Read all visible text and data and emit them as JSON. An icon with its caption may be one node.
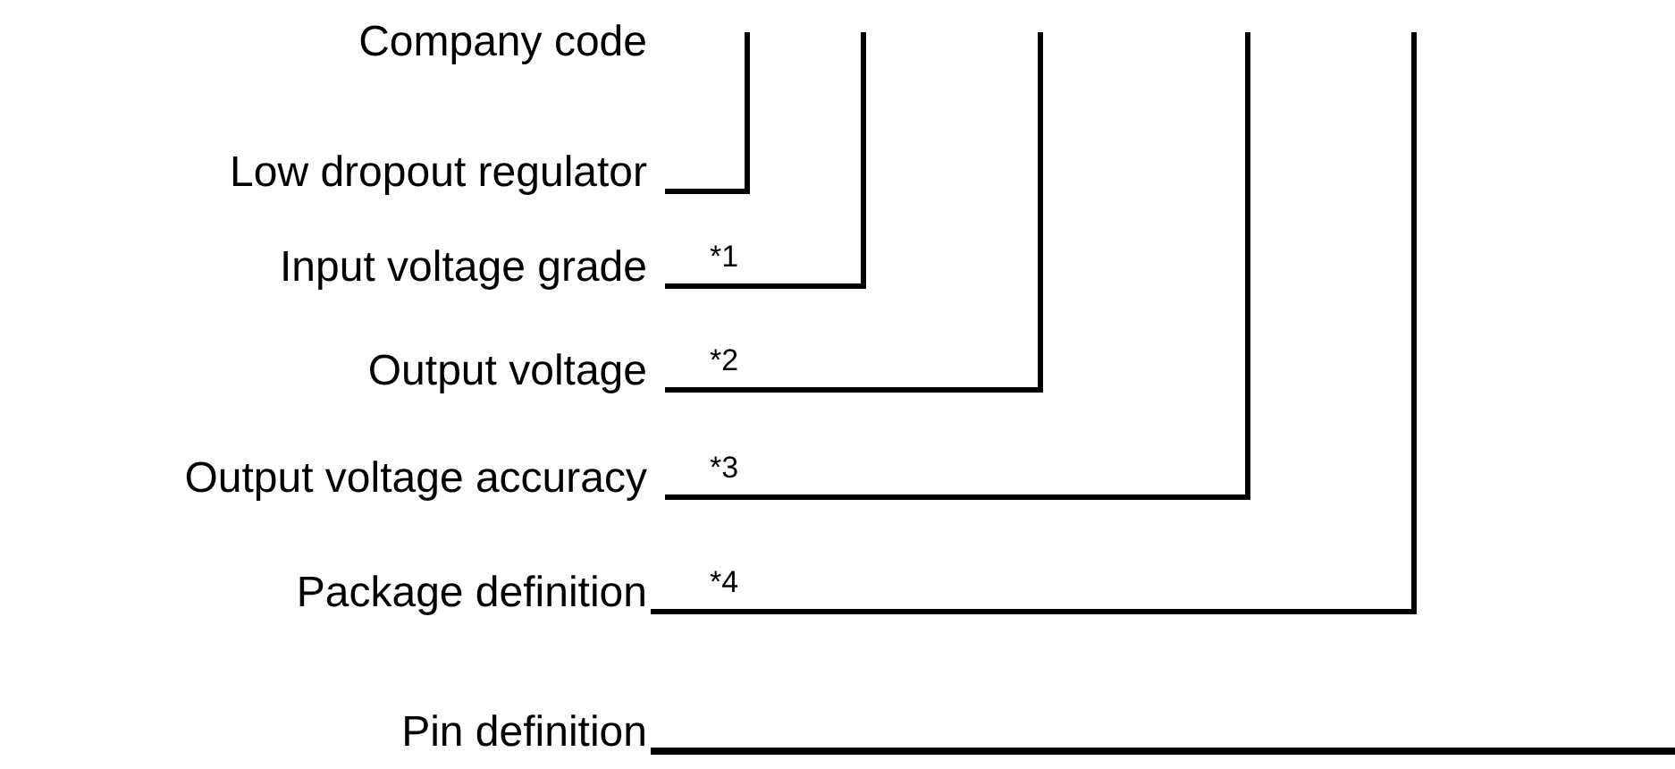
{
  "diagram": {
    "nodes": [
      {
        "text": [
          "Low dropout regulator"
        ]
      },
      {
        "text": [
          "Input voltage grade"
        ]
      },
      {
        "text": [
          "Output voltage"
        ]
      },
      {
        "text": [
          "Output voltage accuracy"
        ]
      },
      {
        "text": [
          "Package definition"
        ]
      },
      {
        "text": [
          "Pin definition"
        ]
      }
    ],
    "edges": [
      {
        "from": 0,
        "to": null,
        "arrow": "none"
      },
      {
        "from": 1,
        "to": null,
        "arrow": "none",
        "label": "*1"
      },
      {
        "from": 2,
        "to": null,
        "arrow": "none",
        "label": "*2"
      },
      {
        "from": 3,
        "to": null,
        "arrow": "none",
        "label": "*3"
      },
      {
        "from": 4,
        "to": null,
        "arrow": "none",
        "label": "*4"
      },
      {
        "from": 5,
        "to": null,
        "arrow": "none"
      }
    ],
    "labels": [
      "Company code"
    ]
  }
}
